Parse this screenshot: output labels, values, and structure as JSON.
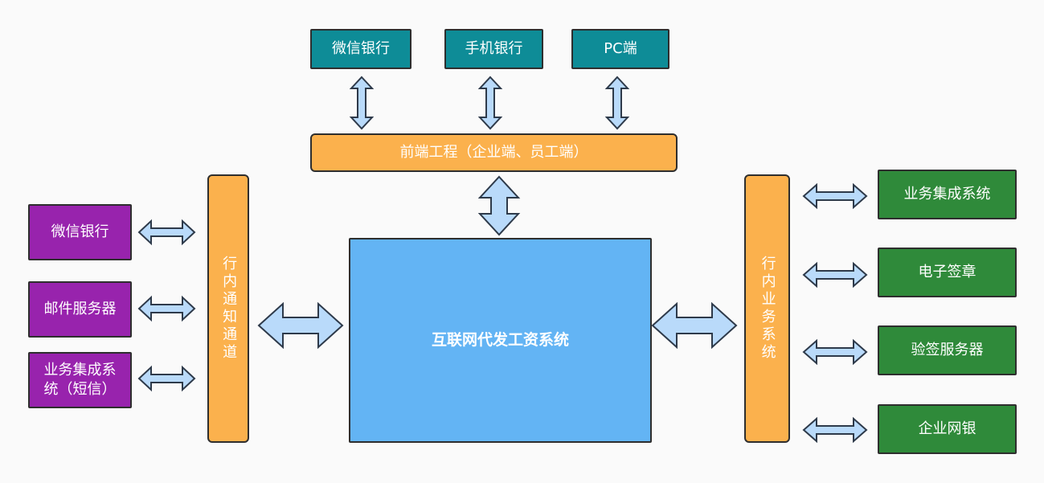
{
  "top": {
    "wechat_bank": "微信银行",
    "mobile_bank": "手机银行",
    "pc": "PC端"
  },
  "frontend": "前端工程（企业端、员工端）",
  "core": "互联网代发工资系统",
  "left_channel": "行内通知通道",
  "left": {
    "wechat_bank": "微信银行",
    "mail_server": "邮件服务器",
    "sms": "业务集成系统（短信）"
  },
  "right_channel": "行内业务系统",
  "right": {
    "integration": "业务集成系统",
    "e_seal": "电子签章",
    "verify_server": "验签服务器",
    "corp_bank": "企业网银"
  },
  "colors": {
    "teal": "#0e8c97",
    "orange": "#fbb14d",
    "purple": "#9823ad",
    "green": "#2f8a3a",
    "blue": "#63b4f4",
    "arrow": "#b9dafa"
  }
}
